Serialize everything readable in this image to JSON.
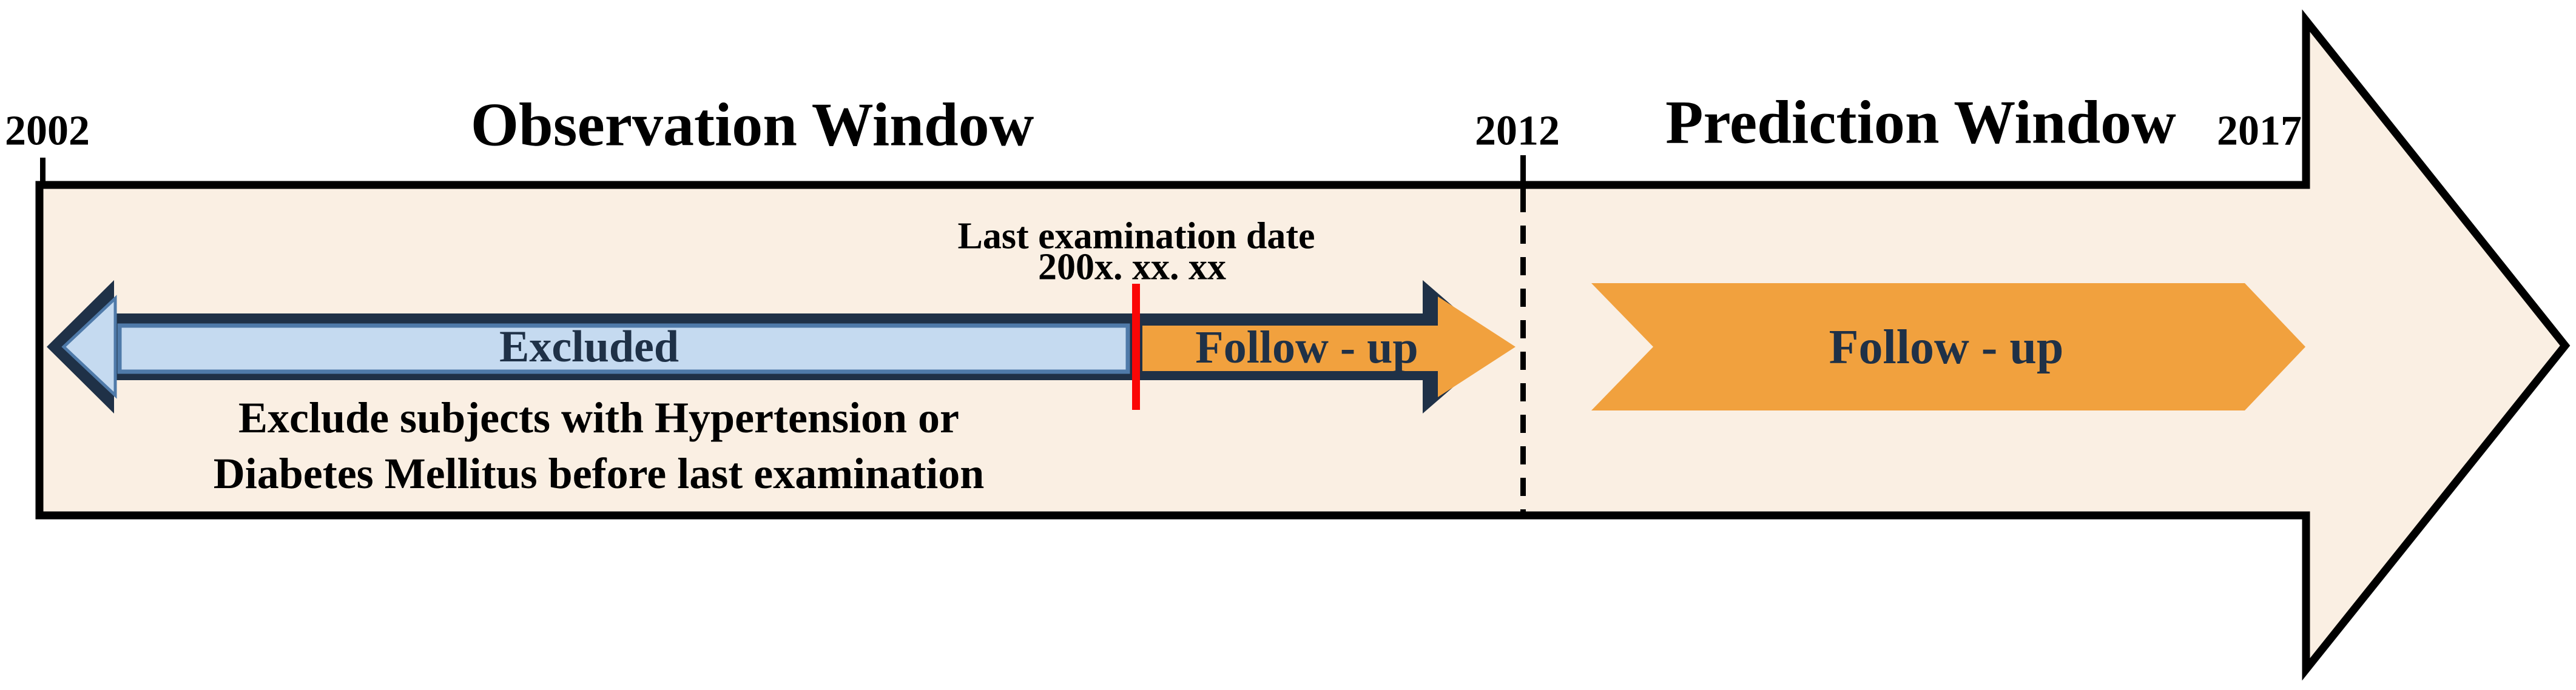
{
  "diagram": {
    "type": "study-design-timeline",
    "colors": {
      "background": "#ffffff",
      "big_arrow_fill": "#faefe3",
      "big_arrow_outline": "#000000",
      "navy": "#1f3147",
      "light_blue": "#c5daf0",
      "blue_edge": "#4f7aa9",
      "orange": "#f1a13e",
      "red_marker": "#fa0606"
    },
    "axis": {
      "years": [
        {
          "label": "2002"
        },
        {
          "label": "2012"
        },
        {
          "label": "2017"
        }
      ]
    },
    "windows": [
      {
        "label": "Observation Window"
      },
      {
        "label": "Prediction Window"
      }
    ],
    "observation_window": {
      "excluded_label": "Excluded",
      "followup_label": "Follow - up",
      "last_exam_date_line1": "Last examination date",
      "last_exam_date_line2": "200x. xx. xx",
      "exclusion_note_line1": "Exclude subjects with Hypertension or",
      "exclusion_note_line2": "Diabetes Mellitus before last examination"
    },
    "prediction_window": {
      "followup_label": "Follow - up"
    }
  }
}
